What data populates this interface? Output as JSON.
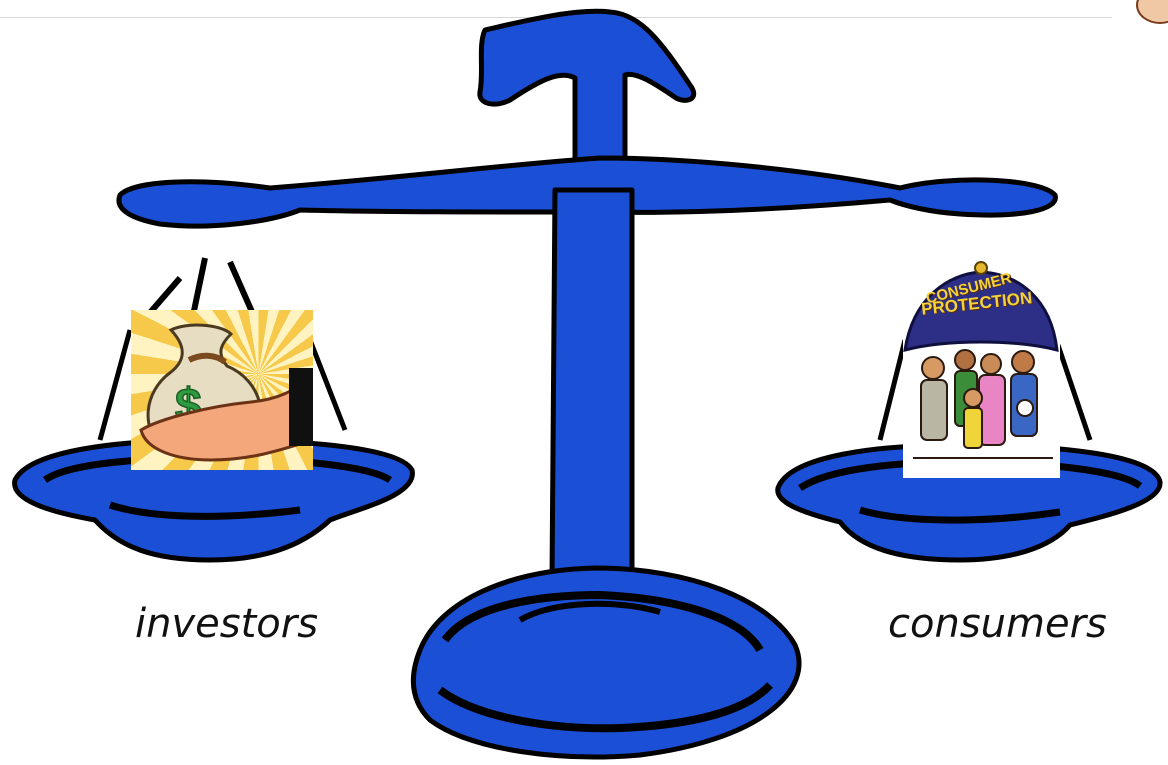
{
  "labels": {
    "left": "investors",
    "right": "consumers"
  },
  "consumer_image": {
    "line1": "CONSUMER",
    "line2": "PROTECTION"
  },
  "colors": {
    "scale_fill": "#1b4fd6",
    "scale_outline": "#000000",
    "dollar_green": "#2f9b3f"
  },
  "icons": {
    "scale": "balance-scale-icon",
    "investors_picture": "money-bag-hand-icon",
    "consumers_picture": "consumer-protection-umbrella-icon"
  }
}
